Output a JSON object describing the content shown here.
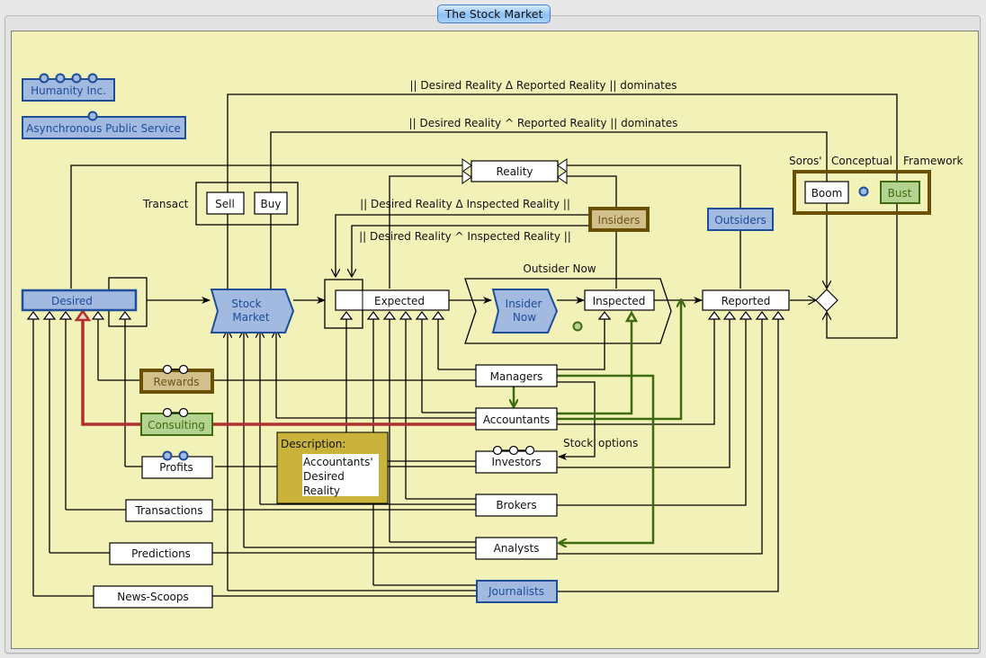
{
  "window": {
    "tab_title": "The Stock Market"
  },
  "legend": {
    "humanity": "Humanity Inc.",
    "async_service": "Asynchronous Public Service"
  },
  "annotations": {
    "delta_reported": "|| Desired Reality Δ Reported Reality || dominates",
    "wedge_reported": "|| Desired Reality ^ Reported Reality || dominates",
    "delta_inspected": "|| Desired Reality Δ Inspected Reality ||",
    "wedge_inspected": "|| Desired Reality ^ Inspected Reality ||",
    "transact": "Transact",
    "outsider_now": "Outsider Now",
    "stock": "Stock",
    "options": "options",
    "soros": "Soros'",
    "conceptual": "Conceptual",
    "framework": "Framework"
  },
  "nodes": {
    "reality": "Reality",
    "sell": "Sell",
    "buy": "Buy",
    "insiders": "Insiders",
    "outsiders": "Outsiders",
    "boom": "Boom",
    "bust": "Bust",
    "desired": "Desired",
    "stock_market_1": "Stock",
    "stock_market_2": "Market",
    "expected": "Expected",
    "insider_now_1": "Insider",
    "insider_now_2": "Now",
    "inspected": "Inspected",
    "reported": "Reported",
    "rewards": "Rewards",
    "consulting": "Consulting",
    "profits": "Profits",
    "transactions": "Transactions",
    "predictions": "Predictions",
    "news_scoops": "News-Scoops",
    "managers": "Managers",
    "accountants": "Accountants",
    "investors": "Investors",
    "brokers": "Brokers",
    "analysts": "Analysts",
    "journalists": "Journalists"
  },
  "description": {
    "label": "Description:",
    "line1": "Accountants'",
    "line2": "Desired",
    "line3": "Reality"
  },
  "colors": {
    "background": "#f2f1b7",
    "blue_fill": "#a2b9e0",
    "blue_stroke": "#1e4d9a",
    "green_fill": "#b4d391",
    "green_stroke": "#3e6b10",
    "brown_fill": "#d1c08c",
    "brown_stroke": "#6a5000",
    "red_link": "#b03030",
    "description_fill": "#c9b33b"
  }
}
